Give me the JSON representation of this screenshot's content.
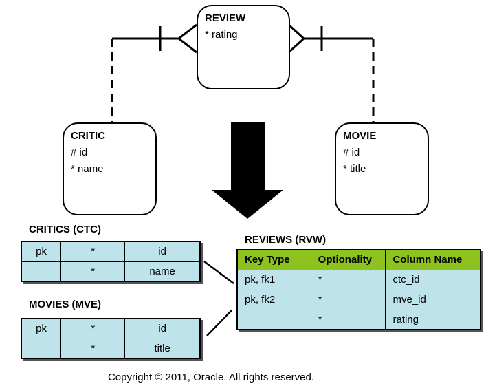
{
  "entities": {
    "review": {
      "name": "REVIEW",
      "attrs": [
        "* rating"
      ]
    },
    "critic": {
      "name": "CRITIC",
      "attrs": [
        "# id",
        "* name"
      ]
    },
    "movie": {
      "name": "MOVIE",
      "attrs": [
        "# id",
        "* title"
      ]
    }
  },
  "tables": {
    "critics": {
      "label": "CRITICS (CTC)",
      "rows": [
        [
          "pk",
          "*",
          "id"
        ],
        [
          "",
          "*",
          "name"
        ]
      ]
    },
    "movies": {
      "label": "MOVIES (MVE)",
      "rows": [
        [
          "pk",
          "*",
          "id"
        ],
        [
          "",
          "*",
          "title"
        ]
      ]
    },
    "reviews": {
      "label": "REVIEWS (RVW)",
      "headers": [
        "Key Type",
        "Optionality",
        "Column Name"
      ],
      "rows": [
        [
          "pk, fk1",
          "*",
          "ctc_id"
        ],
        [
          "pk, fk2",
          "*",
          "mve_id"
        ],
        [
          "",
          "*",
          "rating"
        ]
      ]
    }
  },
  "colors": {
    "table_fill": "#bfe3ea",
    "header_fill": "#8dc21f"
  },
  "footer": {
    "copyright": "Copyright © 2011, Oracle.  All rights reserved."
  }
}
